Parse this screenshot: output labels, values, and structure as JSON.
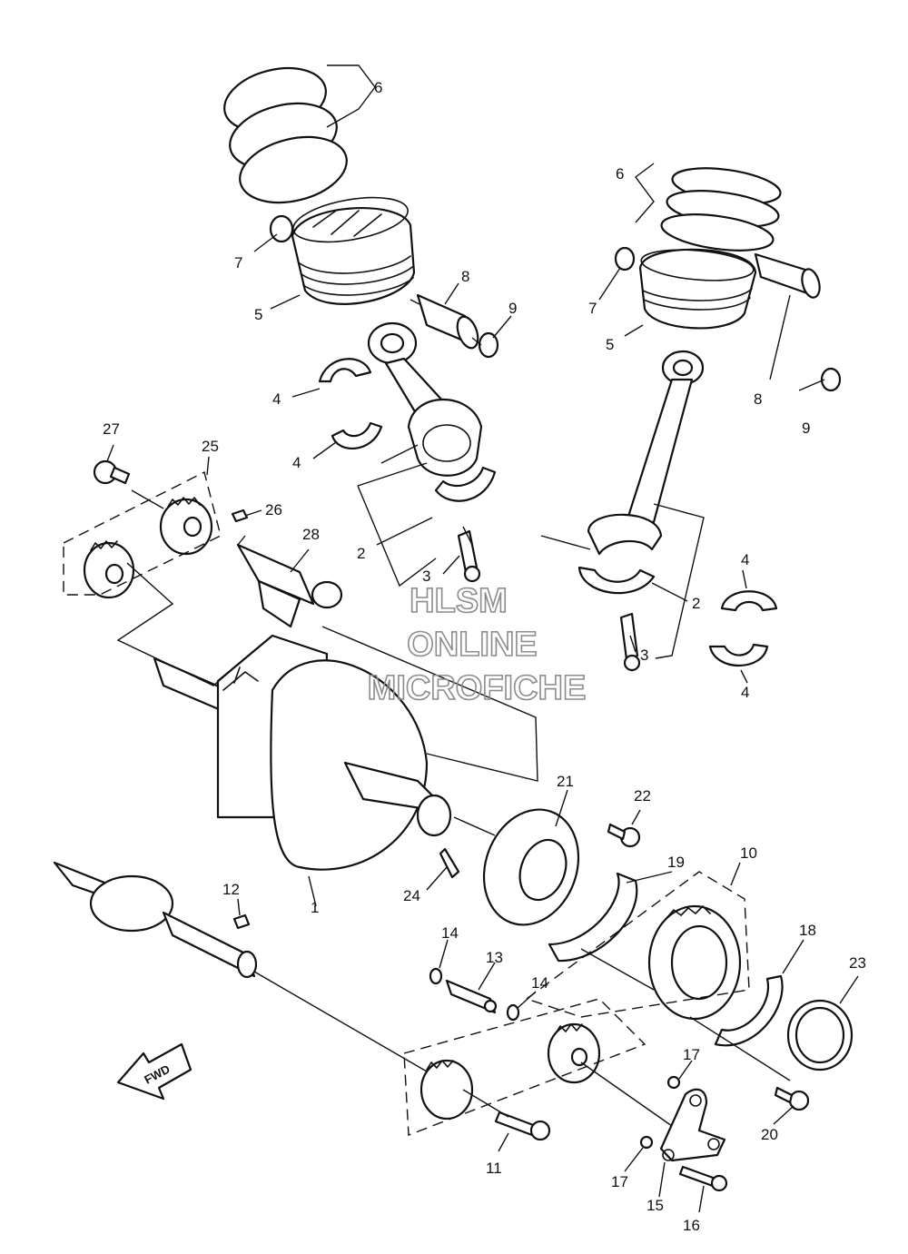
{
  "diagram": {
    "title": "",
    "callouts": [
      {
        "id": "c6a",
        "label": "6"
      },
      {
        "id": "c7a",
        "label": "7"
      },
      {
        "id": "c5a",
        "label": "5"
      },
      {
        "id": "c8a",
        "label": "8"
      },
      {
        "id": "c9a",
        "label": "9"
      },
      {
        "id": "c4a",
        "label": "4"
      },
      {
        "id": "c4b",
        "label": "4"
      },
      {
        "id": "c6b",
        "label": "6"
      },
      {
        "id": "c7b",
        "label": "7"
      },
      {
        "id": "c5b",
        "label": "5"
      },
      {
        "id": "c8b",
        "label": "8"
      },
      {
        "id": "c9b",
        "label": "9"
      },
      {
        "id": "c27",
        "label": "27"
      },
      {
        "id": "c25",
        "label": "25"
      },
      {
        "id": "c26",
        "label": "26"
      },
      {
        "id": "c28",
        "label": "28"
      },
      {
        "id": "c2a",
        "label": "2"
      },
      {
        "id": "c3a",
        "label": "3"
      },
      {
        "id": "c4c",
        "label": "4"
      },
      {
        "id": "c2b",
        "label": "2"
      },
      {
        "id": "c3b",
        "label": "3"
      },
      {
        "id": "c4d",
        "label": "4"
      },
      {
        "id": "c21",
        "label": "21"
      },
      {
        "id": "c22",
        "label": "22"
      },
      {
        "id": "c19",
        "label": "19"
      },
      {
        "id": "c10",
        "label": "10"
      },
      {
        "id": "c24",
        "label": "24"
      },
      {
        "id": "c1",
        "label": "1"
      },
      {
        "id": "c12",
        "label": "12"
      },
      {
        "id": "c14a",
        "label": "14"
      },
      {
        "id": "c13",
        "label": "13"
      },
      {
        "id": "c14b",
        "label": "14"
      },
      {
        "id": "c18",
        "label": "18"
      },
      {
        "id": "c23",
        "label": "23"
      },
      {
        "id": "c17a",
        "label": "17"
      },
      {
        "id": "c20",
        "label": "20"
      },
      {
        "id": "c11",
        "label": "11"
      },
      {
        "id": "c17b",
        "label": "17"
      },
      {
        "id": "c15",
        "label": "15"
      },
      {
        "id": "c16",
        "label": "16"
      }
    ],
    "direction_label": "FWD",
    "watermark": {
      "line1": "HLSM",
      "line2": "ONLINE",
      "line3": "MICROFICHE"
    }
  }
}
